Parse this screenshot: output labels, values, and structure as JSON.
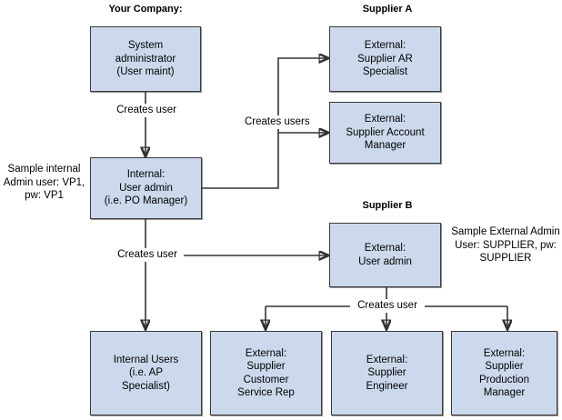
{
  "diagram": {
    "title_your_company": "Your Company:",
    "title_supplier_a": "Supplier A",
    "title_supplier_b": "Supplier B",
    "nodes": {
      "system_admin": {
        "line1": "System",
        "line2": "administrator",
        "line3": "(User maint)"
      },
      "internal_user_admin": {
        "line1": "Internal:",
        "line2": "User admin",
        "line3": "(i.e. PO Manager)"
      },
      "supplier_ar_specialist": {
        "line1": "External:",
        "line2": "Supplier AR",
        "line3": "Specialist"
      },
      "supplier_account_manager": {
        "line1": "External:",
        "line2": "Supplier Account",
        "line3": "Manager"
      },
      "external_user_admin": {
        "line1": "External:",
        "line2": "User admin"
      },
      "internal_users": {
        "line1": "Internal Users",
        "line2": "(i.e. AP",
        "line3": "Specialist)"
      },
      "supplier_customer_service_rep": {
        "line1": "External:",
        "line2": "Supplier",
        "line3": "Customer",
        "line4": "Service Rep"
      },
      "supplier_engineer": {
        "line1": "External:",
        "line2": "Supplier",
        "line3": "Engineer"
      },
      "supplier_production_manager": {
        "line1": "External:",
        "line2": "Supplier",
        "line3": "Production",
        "line4": "Manager"
      }
    },
    "notes": {
      "internal_admin": {
        "line1": "Sample internal",
        "line2": "Admin user:",
        "line3": "VP1, pw: VP1"
      },
      "external_admin": {
        "line1": "Sample External",
        "line2": "Admin User:",
        "line3": "SUPPLIER,",
        "line4": "pw: SUPPLIER"
      }
    },
    "edge_labels": {
      "creates_user_top": {
        "line1": "Creates",
        "line2": "user"
      },
      "creates_users_right": {
        "line1": "Creates",
        "line2": "users"
      },
      "creates_user_mid": "Creates user",
      "creates_user_bottom": "Creates user"
    },
    "colors": {
      "node_fill": "#ccd9ec",
      "node_border": "#3a3a3a",
      "wire": "#333333",
      "text": "#000000",
      "background": "#ffffff"
    }
  }
}
